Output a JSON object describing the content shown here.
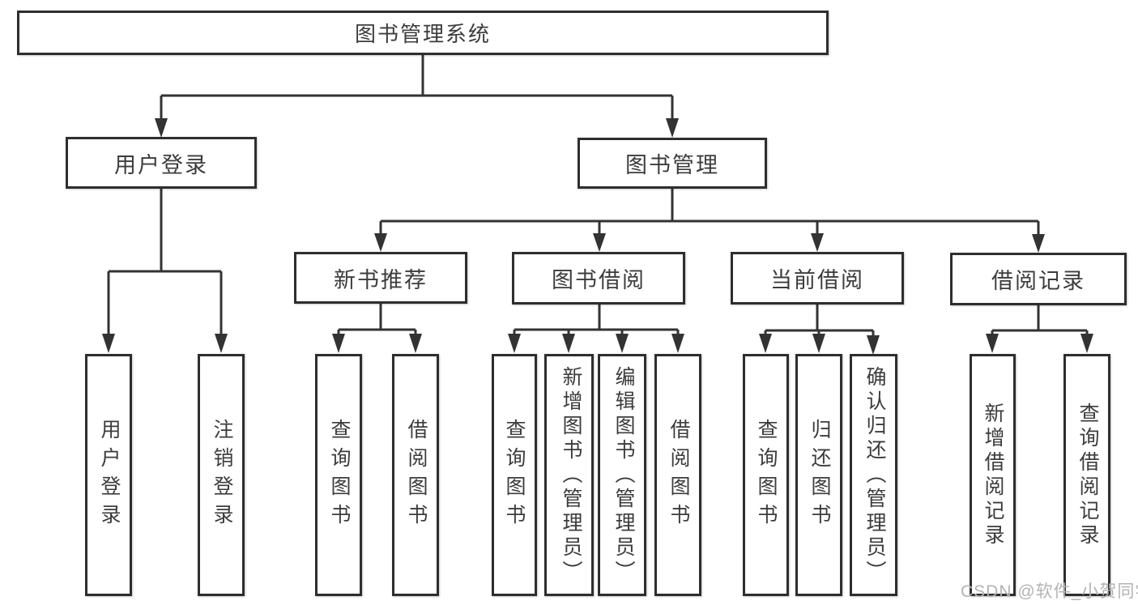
{
  "tree": {
    "root": {
      "label": "图书管理系统"
    },
    "user_login": {
      "label": "用户登录",
      "children": [
        {
          "label": "用户登录"
        },
        {
          "label": "注销登录"
        }
      ]
    },
    "book_mgmt": {
      "label": "图书管理"
    },
    "new_books": {
      "label": "新书推荐",
      "children": [
        {
          "label": "查询图书"
        },
        {
          "label": "借阅图书"
        }
      ]
    },
    "book_borrow": {
      "label": "图书借阅",
      "children": [
        {
          "label": "查询图书"
        },
        {
          "label": "新增图书（管理员）"
        },
        {
          "label": "编辑图书（管理员）"
        },
        {
          "label": "借阅图书"
        }
      ]
    },
    "current_borrow": {
      "label": "当前借阅",
      "children": [
        {
          "label": "查询图书"
        },
        {
          "label": "归还图书"
        },
        {
          "label": "确认归还（管理员）"
        }
      ]
    },
    "borrow_records": {
      "label": "借阅记录",
      "children": [
        {
          "label": "新增借阅记录"
        },
        {
          "label": "查询借阅记录"
        }
      ]
    }
  },
  "watermark": {
    "text": "CSDN @软件_小贺同学"
  },
  "colors": {
    "line": "#333333",
    "border": "#2e2e2e",
    "text": "#3c3c3c",
    "watermark": "#b3b3b3",
    "background": "#ffffff"
  }
}
